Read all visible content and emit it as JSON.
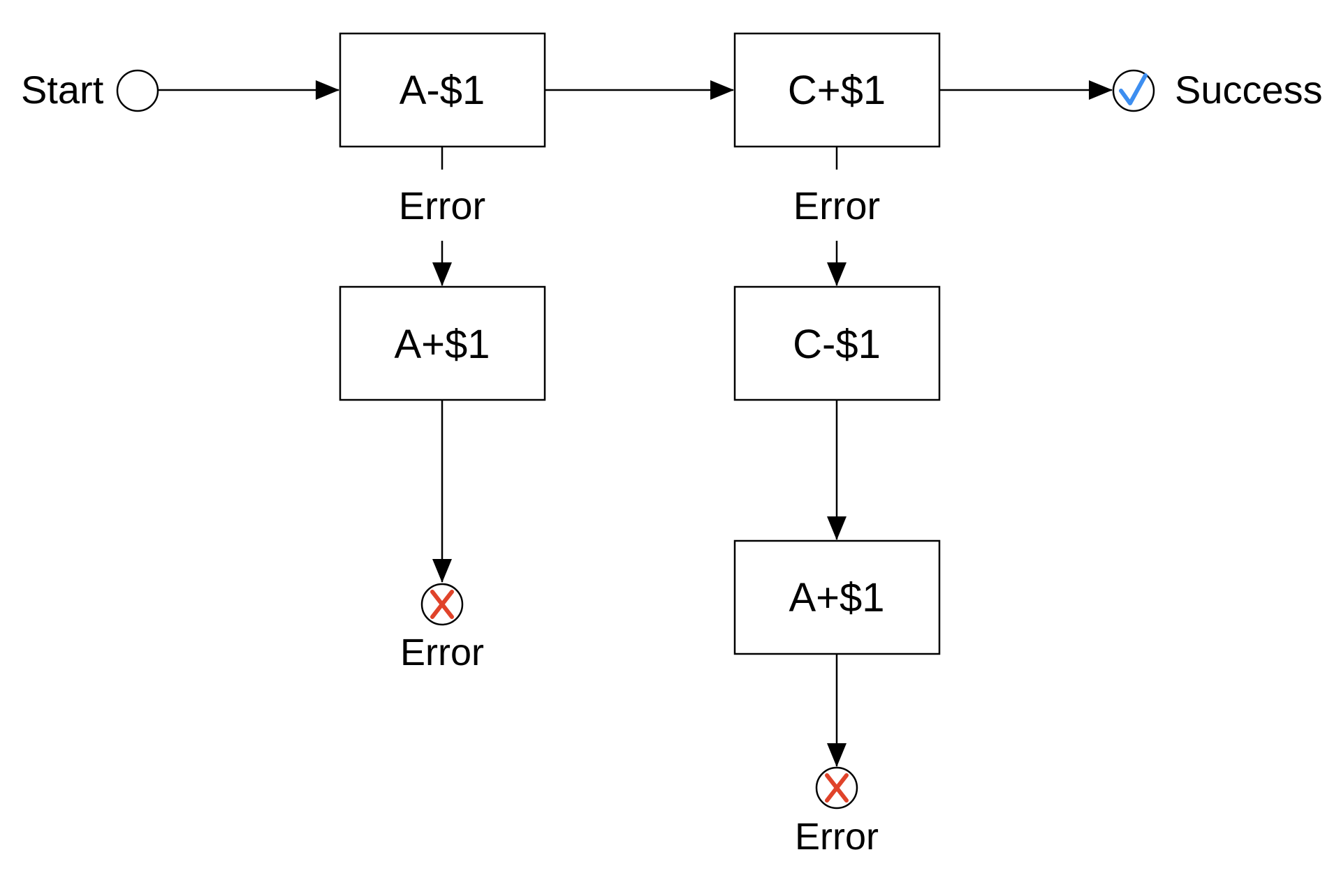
{
  "start": {
    "label": "Start"
  },
  "success": {
    "label": "Success"
  },
  "colors": {
    "stroke": "#000000",
    "error_mark": "#e0432a",
    "success_mark": "#3d8ef0"
  },
  "boxes": {
    "a_debit": "A-$1",
    "c_credit": "C+$1",
    "a_refund_1": "A+$1",
    "c_debit": "C-$1",
    "a_refund_2": "A+$1"
  },
  "branch_labels": {
    "a_debit_error": "Error",
    "c_credit_error": "Error"
  },
  "end_events": {
    "left_error": "Error",
    "right_error": "Error"
  },
  "icons": {
    "start": "start-event-circle",
    "success": "checkmark-icon",
    "error": "x-mark-icon"
  }
}
